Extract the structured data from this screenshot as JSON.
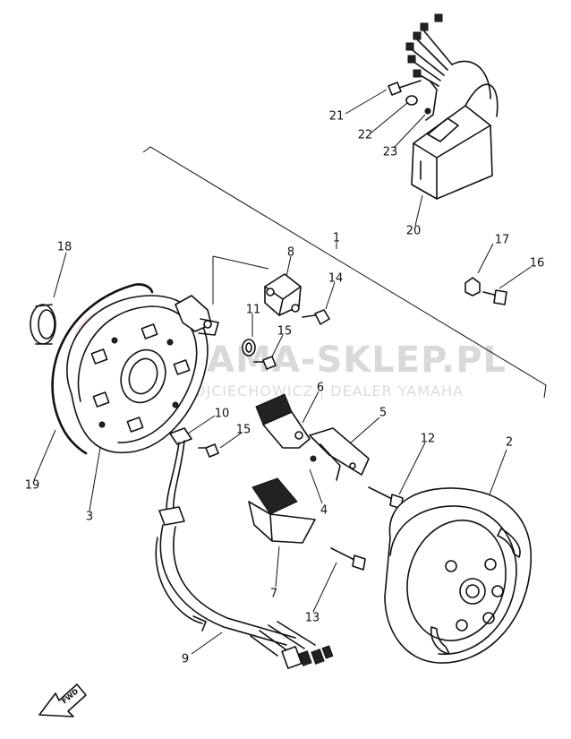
{
  "watermark": {
    "brand": "YAMA-SKLEP.PL",
    "subtitle": "WOJCIECHOWICZ | DEALER YAMAHA"
  },
  "front_marker": {
    "text": "FWD"
  },
  "callouts": [
    "1",
    "2",
    "3",
    "4",
    "5",
    "6",
    "7",
    "8",
    "9",
    "10",
    "11",
    "12",
    "13",
    "14",
    "15",
    "15",
    "16",
    "17",
    "18",
    "19",
    "20",
    "21",
    "22",
    "23"
  ]
}
